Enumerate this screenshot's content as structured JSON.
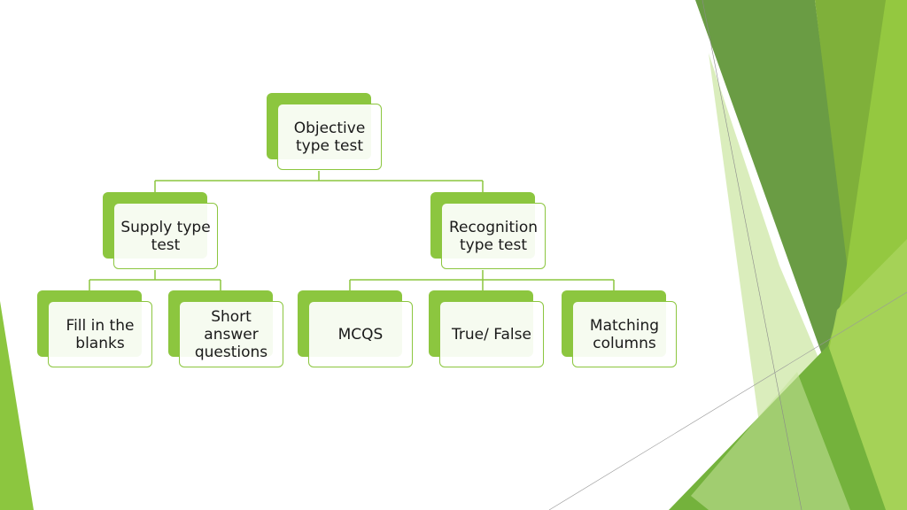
{
  "theme": {
    "accent": "#8cc63f",
    "accent_dark": "#6aa22e",
    "line": "#8cc63f"
  },
  "diagram": {
    "root": {
      "label": "Objective\ntype test"
    },
    "branches": [
      {
        "label": "Supply type\ntest",
        "children": [
          {
            "label": "Fill in the\nblanks"
          },
          {
            "label": "Short\nanswer\nquestions"
          }
        ]
      },
      {
        "label": "Recognition\ntype test",
        "children": [
          {
            "label": "MCQS"
          },
          {
            "label": "True/ False"
          },
          {
            "label": "Matching\ncolumns"
          }
        ]
      }
    ]
  }
}
